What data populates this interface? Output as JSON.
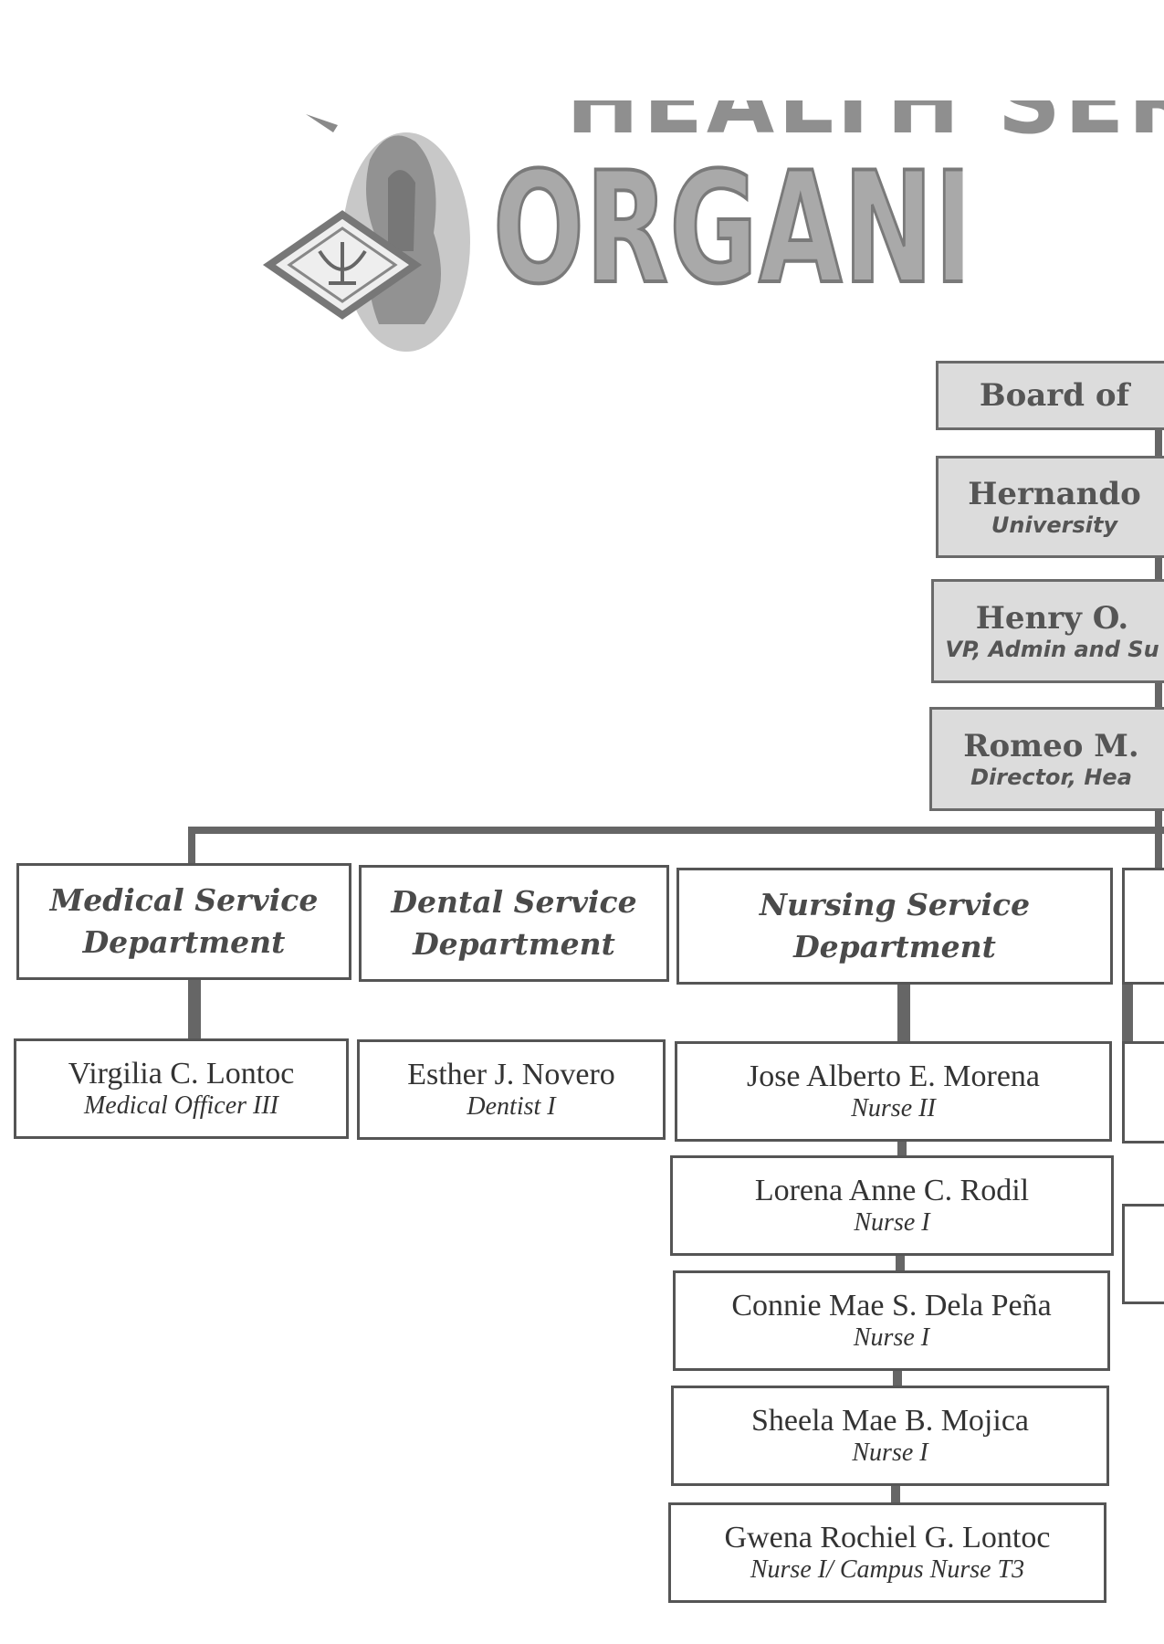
{
  "title": {
    "top_text": "HEALTH SER",
    "main_text": "ORGANIZATIO"
  },
  "executives": [
    {
      "name": "Board of",
      "position": ""
    },
    {
      "name": "Hernando",
      "position": "University"
    },
    {
      "name": "Henry O.",
      "position": "VP, Admin and Su"
    },
    {
      "name": "Romeo M.",
      "position": "Director, Hea"
    }
  ],
  "departments": [
    {
      "label": "Medical Service Department"
    },
    {
      "label": "Dental Service Department"
    },
    {
      "label": "Nursing Service Department"
    }
  ],
  "staff": {
    "medical": [
      {
        "name": "Virgilia C. Lontoc",
        "position": "Medical Officer III"
      }
    ],
    "dental": [
      {
        "name": "Esther J. Novero",
        "position": "Dentist I"
      }
    ],
    "nursing": [
      {
        "name": "Jose Alberto E. Morena",
        "position": "Nurse II"
      },
      {
        "name": "Lorena Anne C. Rodil",
        "position": "Nurse I"
      },
      {
        "name": "Connie Mae S. Dela Peña",
        "position": "Nurse I"
      },
      {
        "name": "Sheela Mae B. Mojica",
        "position": "Nurse I"
      },
      {
        "name": "Gwena Rochiel G. Lontoc",
        "position": "Nurse I/ Campus Nurse T3"
      }
    ]
  },
  "colors": {
    "box_border": "#555555",
    "shaded_box": "#dcdcdc",
    "connector": "#666666"
  }
}
